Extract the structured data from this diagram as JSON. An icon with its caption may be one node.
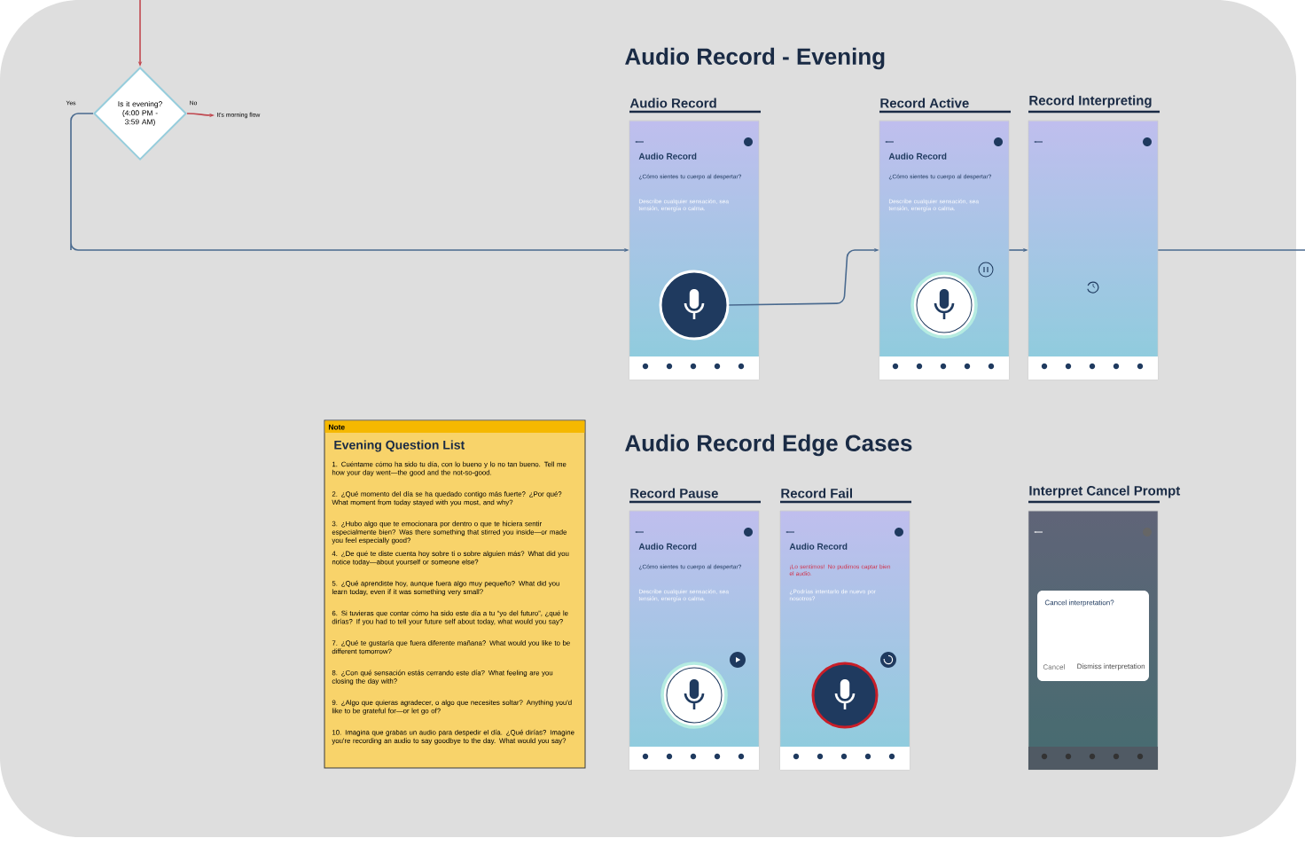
{
  "diagram": {
    "nodes": [
      {
        "text": [
          "Is it evening? (4:00 PM - 3:59 AM)"
        ]
      },
      {
        "text": [
          "It's morning flow"
        ]
      },
      {
        "text": [
          "Audio Record",
          "Audio Record",
          "¿Cómo sientes tu cuerpo al despertar?",
          "Describe cualquier sensación, sea tensión, energía o calma."
        ]
      },
      {
        "text": [
          "Record Active",
          "Audio Record",
          "¿Cómo sientes tu cuerpo al despertar?",
          "Describe cualquier sensación, sea tensión, energía o calma."
        ]
      },
      {
        "text": [
          "Record Interpreting"
        ]
      },
      {
        "text": [
          "Note",
          "Evening Question List",
          "1. Cuéntame cómo ha sido tu día, con lo bueno y lo no tan bueno. Tell me how your day went—the good and the not-so-good.",
          "2. ¿Qué momento del día se ha quedado contigo más fuerte? ¿Por qué? What moment from today stayed with you most, and why?",
          "3. ¿Hubo algo que te emocionara por dentro o que te hiciera sentir especialmente bien? Was there something that stirred you inside—or made you feel especially good?",
          "4. ¿De qué te diste cuenta hoy sobre ti o sobre alguien más? What did you notice today—about yourself or someone else?",
          "5. ¿Qué aprendiste hoy, aunque fuera algo muy pequeño? What did you learn today, even if it was something very small?",
          "6. Si tuvieras que contar cómo ha sido este día a tu “yo del futuro”, ¿qué le dirías? If you had to tell your future self about today, what would you say?",
          "7. ¿Qué te gustaría que fuera diferente mañana? What would you like to be different tomorrow?",
          "8. ¿Con qué sensación estás cerrando este día? What feeling are you closing the day with?",
          "9. ¿Algo que quieras agradecer, o algo que necesites soltar? Anything you'd like to be grateful for—or let go of?",
          "10. Imagina que grabas un audio para despedir el día. ¿Qué dirías? Imagine you're recording an audio to say goodbye to the day. What would you say?"
        ]
      },
      {
        "text": [
          "Record Pause",
          "Audio Record",
          "¿Cómo sientes tu cuerpo al despertar?",
          "Describe cualquier sensación, sea tensión, energía o calma."
        ]
      },
      {
        "text": [
          "Record Fail",
          "Audio Record",
          "¡Lo sentimos! No pudimos captar bien el audio.",
          "¿Podrías intentarlo de nuevo por nosotros?"
        ]
      },
      {
        "text": [
          "Interpret Cancel Prompt",
          "Cancel interpretation?",
          "Cancel",
          "Dismiss interpretation"
        ]
      }
    ],
    "edges": [
      {
        "from": null,
        "to": 0,
        "arrow": "to",
        "color": "#c0474f"
      },
      {
        "from": 0,
        "to": 1,
        "arrow": "to",
        "label": "No",
        "color": "#c0474f"
      },
      {
        "from": 0,
        "to": 2,
        "arrow": "to",
        "label": "Yes"
      },
      {
        "from": 2,
        "to": 3,
        "arrow": "to"
      },
      {
        "from": 3,
        "to": 4,
        "arrow": "to"
      },
      {
        "from": 4,
        "to": null,
        "arrow": "none"
      }
    ],
    "labels": [
      "Audio Record - Evening",
      "Audio Record Edge Cases"
    ]
  }
}
